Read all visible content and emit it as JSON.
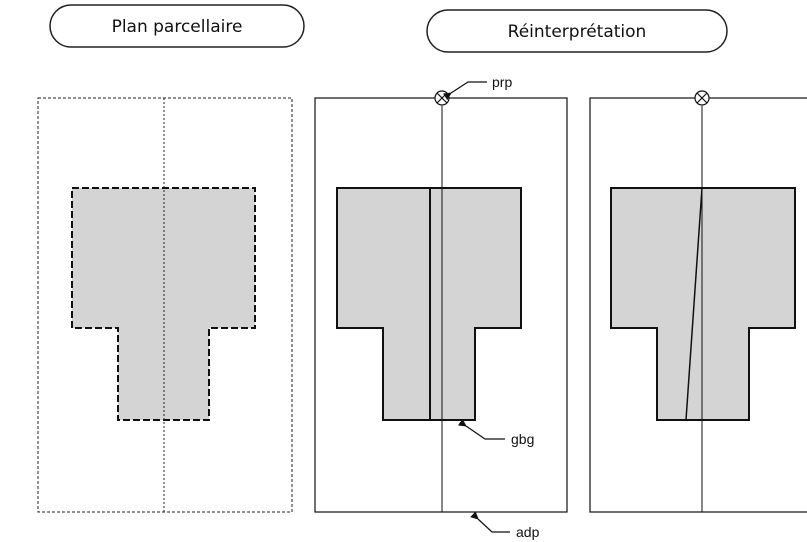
{
  "headers": {
    "left": "Plan parcellaire",
    "right": "Réinterprétation"
  },
  "labels": {
    "prp": "prp",
    "gbg": "gbg",
    "adp": "adp"
  },
  "colors": {
    "fill": "#d4d4d4",
    "stroke": "#111111"
  }
}
